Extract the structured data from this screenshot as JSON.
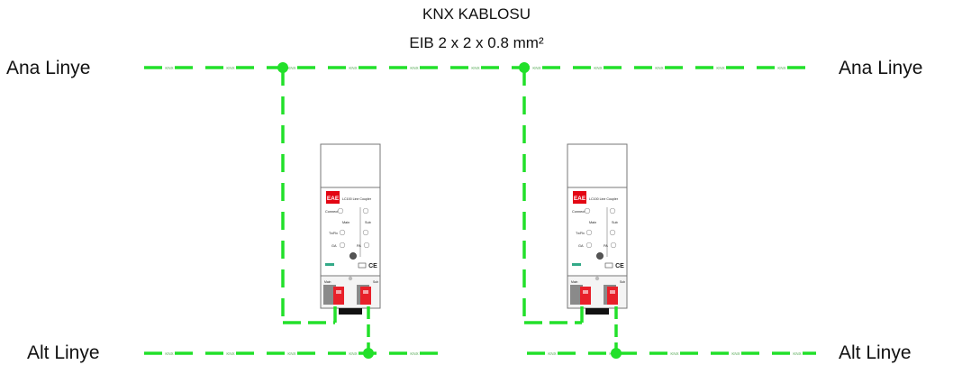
{
  "title": {
    "line1": "KNX KABLOSU",
    "line2": "EIB 2 x 2 x 0.8 mm²"
  },
  "labels": {
    "main_left": "Ana Linye",
    "main_right": "Ana Linye",
    "sub_left": "Alt Linye",
    "sub_right": "Alt Linye"
  },
  "cable_text": "KNX",
  "couplers": [
    {
      "brand": "EAE",
      "model": "LC100 Line Coupler",
      "connect": "Connect",
      "main": "Main",
      "sub": "Sub",
      "txrx": "Tx/Rx",
      "ga": "GA",
      "pa": "PA",
      "ce": "CE",
      "term_main": "Main",
      "term_sub": "Sub"
    },
    {
      "brand": "EAE",
      "model": "LC100 Line Coupler",
      "connect": "Connect",
      "main": "Main",
      "sub": "Sub",
      "txrx": "Tx/Rx",
      "ga": "GA",
      "pa": "PA",
      "ce": "CE",
      "term_main": "Main",
      "term_sub": "Sub"
    }
  ],
  "colors": {
    "cable": "#22e02a",
    "terminal": "#e8202a",
    "brand": "#e30613"
  }
}
